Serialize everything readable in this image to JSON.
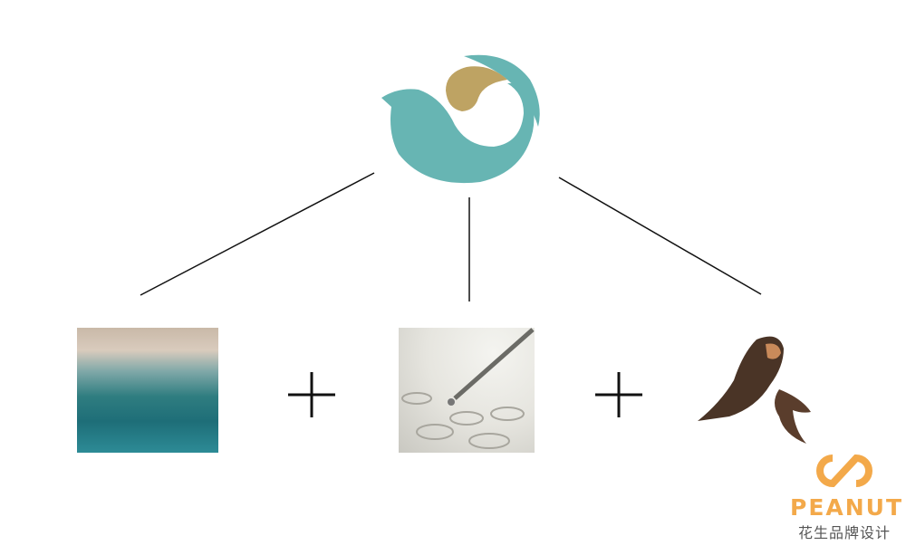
{
  "logo": {
    "name": "bird-wave-drop-logo",
    "colors": {
      "teal": "#67b5b3",
      "gold": "#bea363"
    }
  },
  "components": [
    {
      "name": "ocean-wave-photo"
    },
    {
      "name": "pipette-test-tubes-photo"
    },
    {
      "name": "swallow-birds-illustration"
    }
  ],
  "operator": "+",
  "brand": {
    "en": "PEANUT",
    "cn": "花生品牌设计",
    "color": "#f3a94a"
  }
}
